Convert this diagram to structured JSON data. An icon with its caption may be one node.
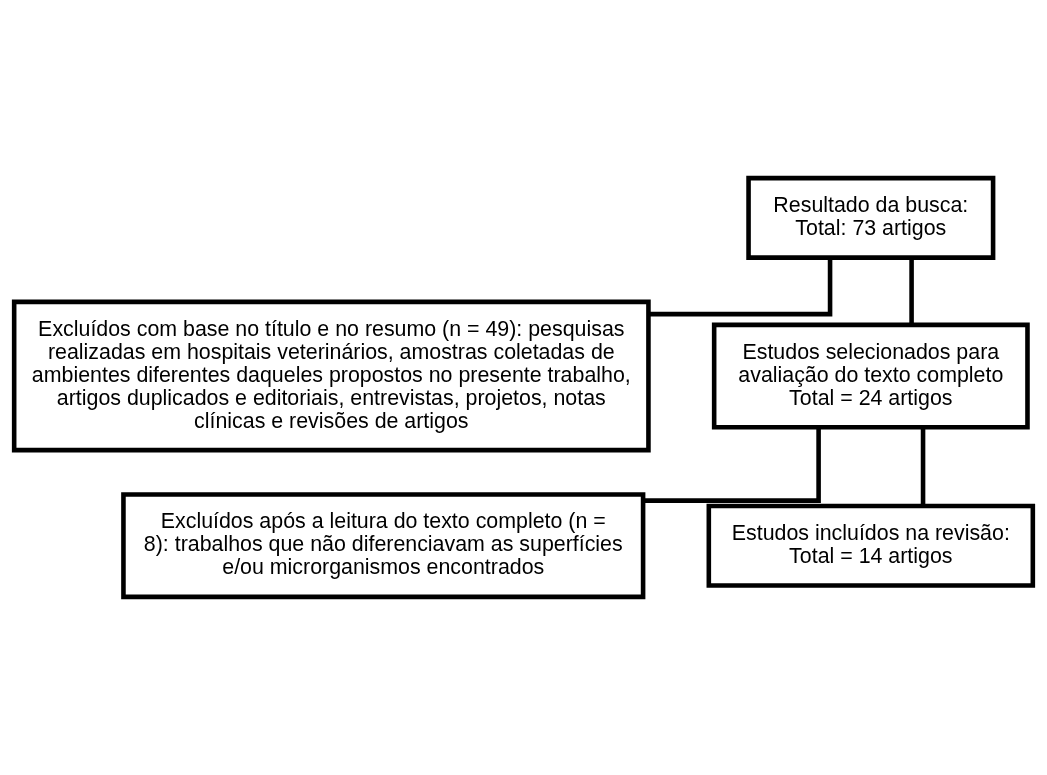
{
  "diagram": {
    "nodes": [
      {
        "text": [
          "Resultado da busca:",
          "Total: 73 artigos"
        ]
      },
      {
        "text": [
          "Excluídos com base no título e no resumo (n = 49): pesquisas realizadas em hospitais veterinários, amostras coletadas de ambientes diferentes daqueles propostos no presente trabalho, artigos duplicados e editoriais, entrevistas, projetos, notas clínicas e revisões de artigos"
        ]
      },
      {
        "text": [
          "Estudos selecionados para avaliação do texto completo",
          "Total = 24 artigos"
        ]
      },
      {
        "text": [
          "Excluídos após a leitura do texto completo (n = 8): trabalhos que não diferenciavam as superfícies e/ou microrganismos encontrados"
        ]
      },
      {
        "text": [
          "Estudos incluídos na revisão:",
          "Total = 14 artigos"
        ]
      }
    ],
    "edges": [
      {
        "from": 0,
        "to": 2,
        "arrow": "none"
      },
      {
        "from": 0,
        "to": 1,
        "arrow": "none"
      },
      {
        "from": 2,
        "to": 4,
        "arrow": "none"
      },
      {
        "from": 2,
        "to": 3,
        "arrow": "none"
      }
    ]
  }
}
